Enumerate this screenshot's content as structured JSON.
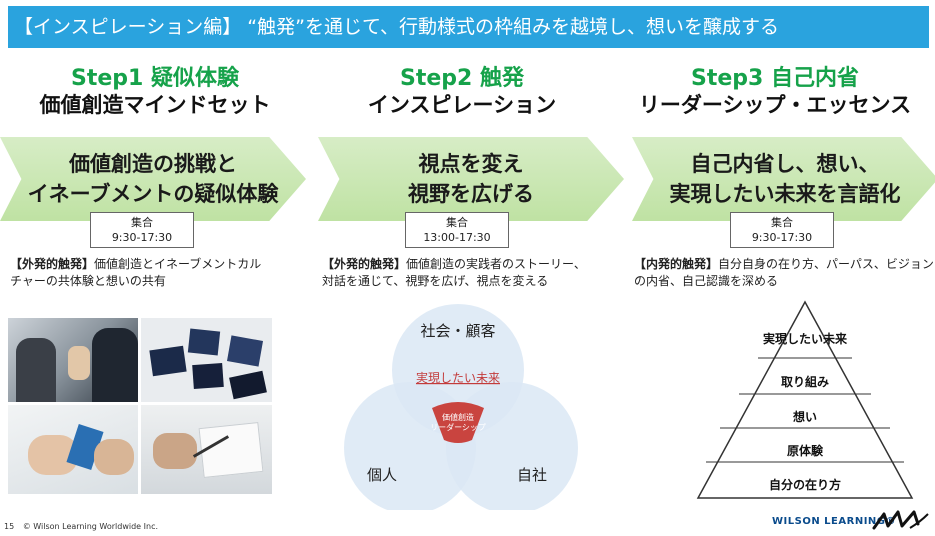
{
  "title": "【インスピレーション編】 “触発”を通じて、行動様式の枠組みを越境し、想いを醸成する",
  "steps": [
    {
      "label": "Step1 疑似体験",
      "sub": "価値創造マインドセット",
      "chevron": "価値創造の挑戦と\nイネーブメントの疑似体験",
      "time_head": "集合",
      "time": "9:30-17:30",
      "desc_tag": "【外発的触発】",
      "desc_body": "価値創造とイネーブメントカル",
      "desc_line2": "チャーの共体験と想いの共有"
    },
    {
      "label": "Step2 触発",
      "sub": "インスピレーション",
      "chevron": "視点を変え\n視野を広げる",
      "time_head": "集合",
      "time": "13:00-17:30",
      "desc_tag": "【外発的触発】",
      "desc_body": "価値創造の実践者のストーリー、",
      "desc_line2": "対話を通じて、視野を広げ、視点を変える"
    },
    {
      "label": "Step3 自己内省",
      "sub": "リーダーシップ・エッセンス",
      "chevron": "自己内省し、想い、\n実現したい未来を言語化",
      "time_head": "集合",
      "time": "9:30-17:30",
      "desc_tag": "【内発的触発】",
      "desc_body": "自分自身の在り方、パーパス、ビジョン",
      "desc_line2": "の内省、自己認識を深める"
    }
  ],
  "venn": {
    "top": "社会・顧客",
    "left": "個人",
    "right": "自社",
    "center_label": "実現したい未来",
    "core_line1": "価値創造",
    "core_line2": "リーダーシップ"
  },
  "pyramid": [
    "実現したい未来",
    "取り組み",
    "想い",
    "原体験",
    "自分の在り方"
  ],
  "footer": {
    "page": "15",
    "copyright": "© Wilson Learning Worldwide Inc.",
    "logo": "WILSON LEARNING®"
  },
  "colors": {
    "title_bg": "#2aa3de",
    "step_green": "#16a24a",
    "chevron": "#c8e6b0",
    "venn": "#dce8f6",
    "accent_red": "#c33b3b"
  }
}
